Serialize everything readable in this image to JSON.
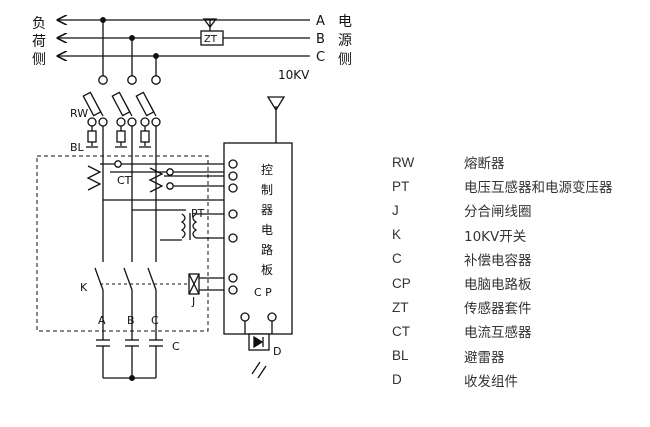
{
  "diagram": {
    "left_side_label": [
      "负",
      "荷",
      "侧"
    ],
    "right_side_label": [
      "电",
      "源",
      "侧"
    ],
    "phase_labels": [
      "A",
      "B",
      "C"
    ],
    "voltage_label": "10KV",
    "sensor_box_label": "ZT",
    "rw_label": "RW",
    "bl_label": "BL",
    "ct_label": "CT",
    "pt_label": "PT",
    "k_label": "K",
    "j_label": "J",
    "cp_label": "C P",
    "d_label": "D",
    "capacitor_label": "C",
    "bottom_phase_labels": [
      "A",
      "B",
      "C"
    ],
    "control_board_label": [
      "控",
      "制",
      "器",
      "电",
      "路",
      "板"
    ]
  },
  "legend": [
    {
      "code": "RW",
      "desc": "熔断器"
    },
    {
      "code": "PT",
      "desc": "电压互感器和电源变压器"
    },
    {
      "code": "J",
      "desc": "分合闸线圈"
    },
    {
      "code": "K",
      "desc": "10KV开关"
    },
    {
      "code": "C",
      "desc": "补偿电容器"
    },
    {
      "code": "CP",
      "desc": "电脑电路板"
    },
    {
      "code": "ZT",
      "desc": "传感器套件"
    },
    {
      "code": "CT",
      "desc": "电流互感器"
    },
    {
      "code": "BL",
      "desc": "避雷器"
    },
    {
      "code": "D",
      "desc": "收发组件"
    }
  ]
}
